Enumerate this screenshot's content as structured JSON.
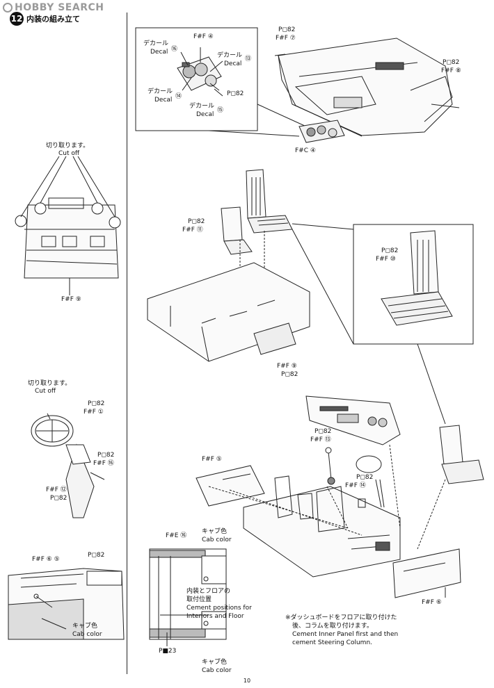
{
  "watermark": "HOBBY SEARCH",
  "step": {
    "number": "12",
    "title": "内装の組み立て"
  },
  "page_number": "10",
  "labels": {
    "dash_pc82": "P◻82",
    "dash_ff7": "F#F ⑦",
    "dash_pc82_right": "P◻82",
    "dash_ff8": "F#F ⑧",
    "decal_16_jp": "デカール",
    "decal_16_en": "Decal",
    "decal_16_num": "⑯",
    "decal_ff4": "F#F ④",
    "decal_13_jp": "デカール",
    "decal_13_en": "Decal",
    "decal_13_num": "⑬",
    "decal_14_jp": "デカール",
    "decal_14_en": "Decal",
    "decal_14_num": "⑭",
    "decal_pc82": "P◻82",
    "decal_15_jp": "デカール",
    "decal_15_en": "Decal",
    "decal_15_num": "⑮",
    "fc4": "F#C ④",
    "cutoff1_jp": "切り取ります。",
    "cutoff1_en": "Cut off",
    "ff9_left": "F#F ⑨",
    "seat_pc82": "P◻82",
    "seat_ff11": "F#F ⑪",
    "zoom_pc82": "P◻82",
    "zoom_ff10": "F#F ⑩",
    "floor_ff9": "F#F ⑨",
    "floor_pc82": "P◻82",
    "cutoff2_jp": "切り取ります。",
    "cutoff2_en": "Cut off",
    "wheel_pc82": "P◻82",
    "wheel_ff1": "F#F ①",
    "col_pc82": "P◻82",
    "col_ff16": "F#F ⑯",
    "col_ff12": "F#F ⑫",
    "col_pc82_b": "P◻82",
    "lever_pc82": "P◻82",
    "lever_ff13": "F#F ⑬",
    "panel_ff5": "F#F ⑤",
    "wheel2_pc82": "P◻82",
    "wheel2_ff14": "F#F ⑭",
    "door_ff65": "F#F ⑥ ⑤",
    "door_pc82": "P◻82",
    "door_cab_jp": "キャブ色",
    "door_cab_en": "Cab color",
    "fe16": "F#E ⑯",
    "cab_jp": "キャブ色",
    "cab_en": "Cab color",
    "pos_jp1": "内装とフロアの",
    "pos_jp2": "取付位置",
    "pos_en1": "Cement positions for",
    "pos_en2": "Interiors and Floor",
    "ph23": "P■23",
    "cab2_jp": "キャブ色",
    "cab2_en": "Cab color",
    "ff6_right": "F#F ⑥",
    "note_jp1": "※ダッシュボードをフロアに取り付けた",
    "note_jp2": "後、コラムを取り付けます。",
    "note_en1": "Cement Inner Panel first and then",
    "note_en2": "cement Steering Column."
  }
}
